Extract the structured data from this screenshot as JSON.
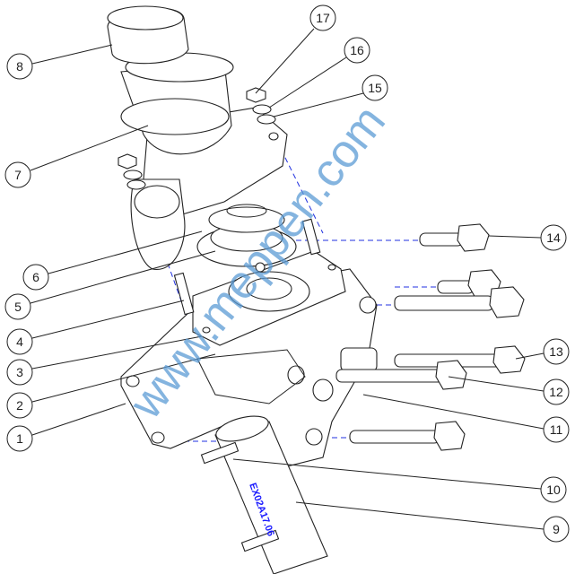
{
  "diagram": {
    "part_code": "EX02A17.06",
    "watermark": "www.meppen.com",
    "callouts": [
      "1",
      "2",
      "3",
      "4",
      "5",
      "6",
      "7",
      "8",
      "9",
      "10",
      "11",
      "12",
      "13",
      "14",
      "15",
      "16",
      "17"
    ],
    "line_color": "#222222",
    "axis_color": "#2030e0",
    "watermark_color": "#5b9bd5"
  }
}
